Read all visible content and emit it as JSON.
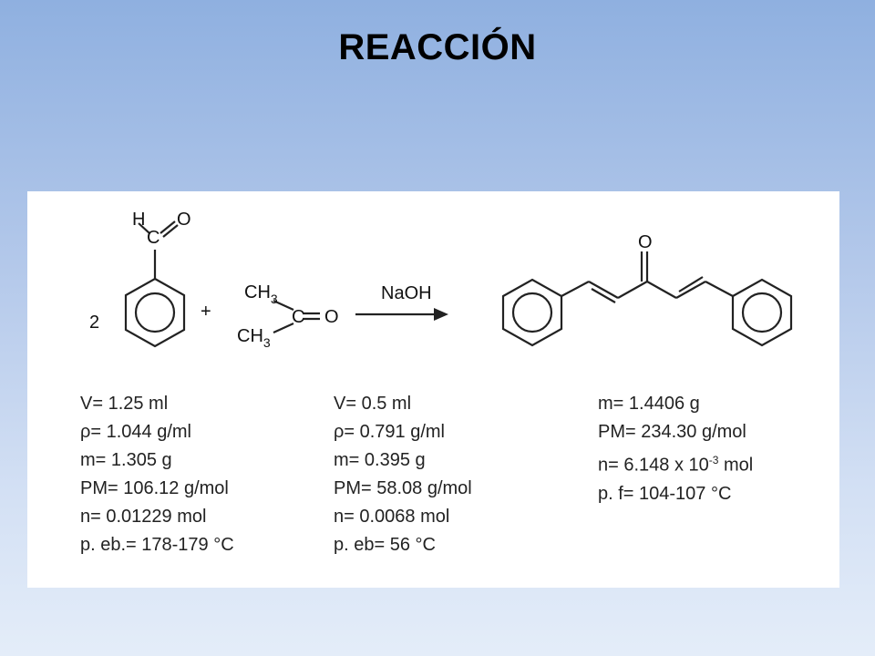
{
  "title": "REACCIÓN",
  "scheme": {
    "coefficient": "2",
    "plus": "+",
    "reagent": "NaOH",
    "benzaldehyde_labels": {
      "h": "H",
      "c": "C",
      "o": "O"
    },
    "acetone_labels": {
      "ch3_top": "CH",
      "ch3_bottom": "CH",
      "sub": "3",
      "c": "C",
      "o": "O"
    },
    "product_labels": {
      "o": "O"
    }
  },
  "columns": [
    {
      "id": "benzaldehyde",
      "lines": [
        "V= 1.25 ml",
        "ρ= 1.044 g/ml",
        "m= 1.305 g",
        "PM= 106.12 g/mol",
        "n= 0.01229 mol",
        "p. eb.= 178-179 °C"
      ]
    },
    {
      "id": "acetone",
      "lines": [
        "V= 0.5 ml",
        "ρ= 0.791 g/ml",
        "m= 0.395 g",
        "PM= 58.08 g/mol",
        "n= 0.0068 mol",
        "p. eb= 56 °C"
      ]
    },
    {
      "id": "product",
      "lines": [
        "m= 1.4406 g",
        "PM= 234.30 g/mol"
      ],
      "n_line": {
        "prefix": "n= 6.148 x 10",
        "exponent": "-3",
        "suffix": " mol"
      },
      "last_line": "p. f= 104-107 °C"
    }
  ]
}
